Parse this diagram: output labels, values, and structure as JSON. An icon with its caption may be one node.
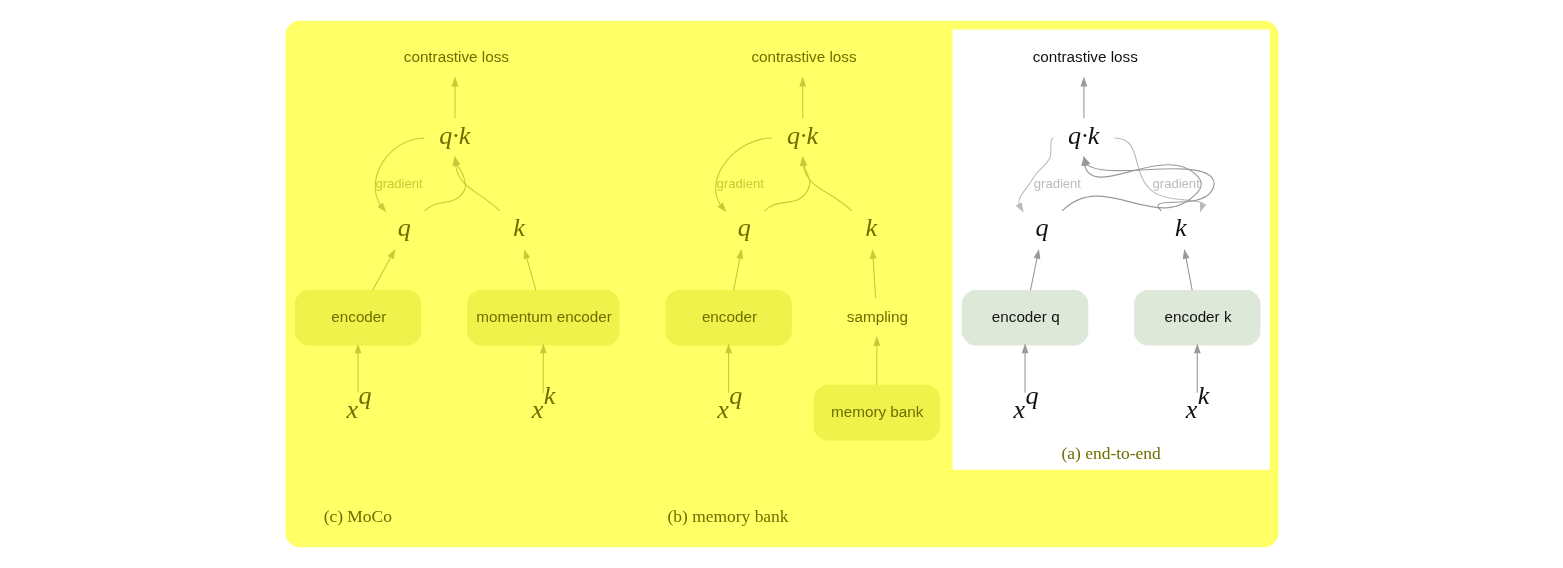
{
  "diagram": {
    "nodes": [
      {
        "text": [],
        "shape": "box"
      },
      {
        "text": [
          "(a) end-to-end"
        ],
        "in": 0
      },
      {
        "text": [
          "contrastive loss"
        ],
        "in": 1
      },
      {
        "text": [
          "q·k"
        ],
        "in": 1
      },
      {
        "text": [
          "q"
        ],
        "in": 1
      },
      {
        "text": [
          "k"
        ],
        "in": 1
      },
      {
        "text": [
          "encoder q"
        ],
        "in": 1
      },
      {
        "text": [
          "encoder k"
        ],
        "in": 1
      },
      {
        "text": [
          "x$^{q}$"
        ],
        "in": 1
      },
      {
        "text": [
          "x$^{k}$"
        ],
        "in": 1
      },
      {
        "text": [
          "contrastive loss"
        ],
        "in": 0
      },
      {
        "text": [
          "q·k"
        ],
        "in": 0
      },
      {
        "text": [
          "q"
        ],
        "in": 0
      },
      {
        "text": [
          "k"
        ],
        "in": 0
      },
      {
        "text": [
          "encoder"
        ],
        "in": 0
      },
      {
        "text": [
          "sampling"
        ],
        "in": 0
      },
      {
        "text": [
          "memory bank"
        ],
        "in": 0
      },
      {
        "text": [
          "x$^{q}$"
        ],
        "in": 0
      },
      {
        "text": [
          "contrastive loss"
        ],
        "in": 0
      },
      {
        "text": [
          "q·k"
        ],
        "in": 0
      },
      {
        "text": [
          "q"
        ],
        "in": 0
      },
      {
        "text": [
          "k"
        ],
        "in": 0
      },
      {
        "text": [
          "encoder"
        ],
        "in": 0
      },
      {
        "text": [
          "momentum encoder"
        ],
        "in": 0
      },
      {
        "text": [
          "x$^{q}$"
        ],
        "in": 0
      },
      {
        "text": [
          "x$^{k}$"
        ],
        "in": 0
      }
    ],
    "edges": [
      {
        "from": 8,
        "to": 6,
        "arrow": "to",
        "color": "#999999"
      },
      {
        "from": 9,
        "to": 7,
        "arrow": "to",
        "color": "#999999"
      },
      {
        "from": 6,
        "to": 4,
        "arrow": "to",
        "color": "#999999"
      },
      {
        "from": 7,
        "to": 5,
        "arrow": "to",
        "color": "#999999"
      },
      {
        "from": 4,
        "to": 3,
        "arrow": "to",
        "color": "#999999"
      },
      {
        "from": 5,
        "to": 3,
        "arrow": "to",
        "color": "#999999"
      },
      {
        "from": 3,
        "to": 2,
        "arrow": "to",
        "color": "#999999"
      },
      {
        "from": 3,
        "to": 4,
        "arrow": "to",
        "label": "gradient",
        "color": "#bbbbbb"
      },
      {
        "from": 3,
        "to": 5,
        "arrow": "to",
        "label": "gradient",
        "color": "#bbbbbb"
      },
      {
        "from": 17,
        "to": 14,
        "arrow": "to"
      },
      {
        "from": 14,
        "to": 12,
        "arrow": "to"
      },
      {
        "from": 16,
        "to": 15,
        "arrow": "to"
      },
      {
        "from": 15,
        "to": 13,
        "arrow": "to"
      },
      {
        "from": 12,
        "to": 11,
        "arrow": "to"
      },
      {
        "from": 13,
        "to": 11,
        "arrow": "to"
      },
      {
        "from": 11,
        "to": 10,
        "arrow": "to"
      },
      {
        "from": 11,
        "to": 12,
        "arrow": "to",
        "label": "gradient"
      },
      {
        "from": 24,
        "to": 22,
        "arrow": "to"
      },
      {
        "from": 25,
        "to": 23,
        "arrow": "to"
      },
      {
        "from": 22,
        "to": 20,
        "arrow": "to"
      },
      {
        "from": 23,
        "to": 21,
        "arrow": "to"
      },
      {
        "from": 20,
        "to": 19,
        "arrow": "to"
      },
      {
        "from": 21,
        "to": 19,
        "arrow": "to"
      },
      {
        "from": 19,
        "to": 18,
        "arrow": "to"
      },
      {
        "from": 19,
        "to": 20,
        "arrow": "to",
        "label": "gradient"
      }
    ],
    "labels": [
      "(b) memory bank",
      "(c) MoCo"
    ]
  }
}
